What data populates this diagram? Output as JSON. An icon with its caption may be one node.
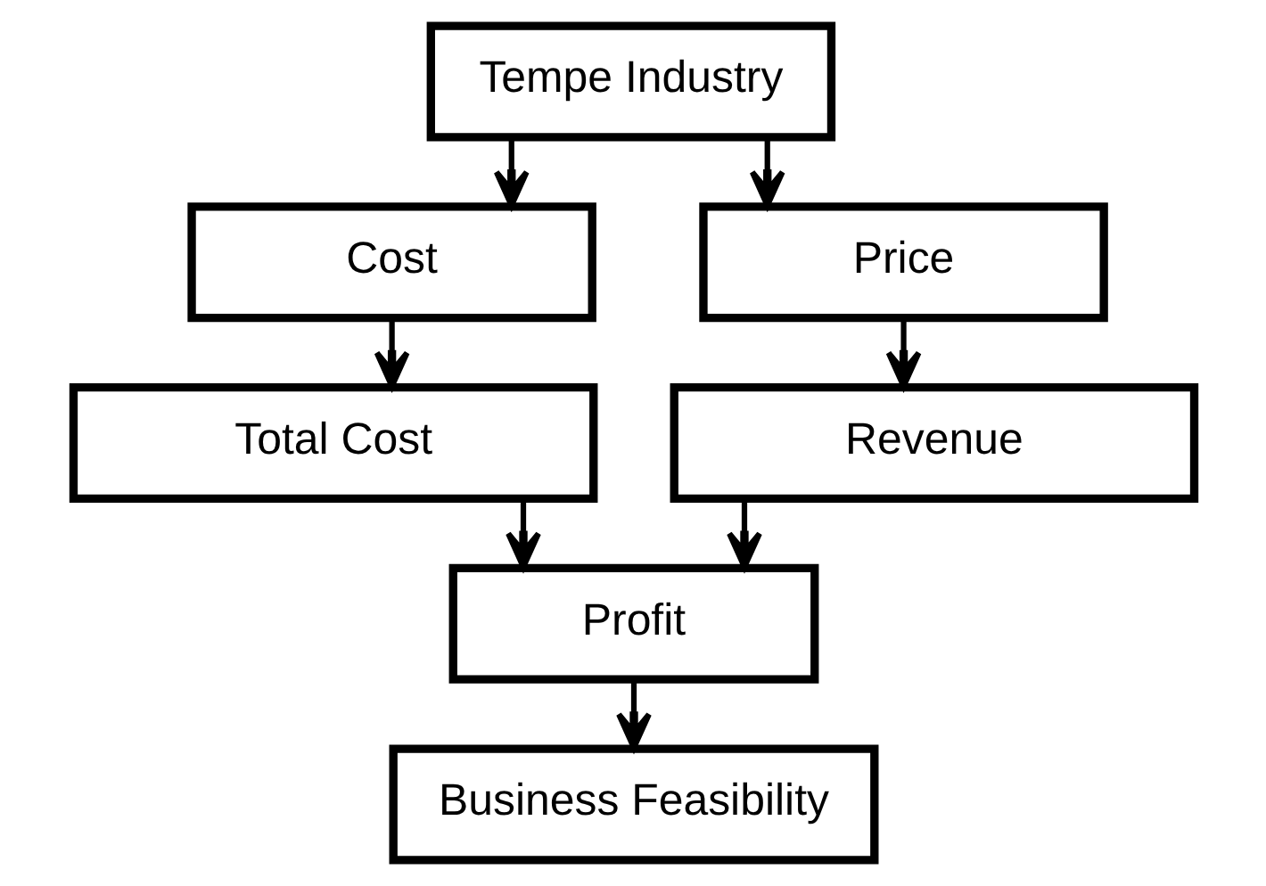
{
  "diagram": {
    "nodes": [
      {
        "text": [
          "Tempe Industry"
        ]
      },
      {
        "text": [
          "Cost"
        ]
      },
      {
        "text": [
          "Price"
        ]
      },
      {
        "text": [
          "Total Cost"
        ]
      },
      {
        "text": [
          "Revenue"
        ]
      },
      {
        "text": [
          "Profit"
        ]
      },
      {
        "text": [
          "Business Feasibility"
        ]
      }
    ],
    "edges": [
      {
        "from": 0,
        "to": 1,
        "arrow": "to"
      },
      {
        "from": 0,
        "to": 2,
        "arrow": "to"
      },
      {
        "from": 1,
        "to": 3,
        "arrow": "to"
      },
      {
        "from": 2,
        "to": 4,
        "arrow": "to"
      },
      {
        "from": 3,
        "to": 5,
        "arrow": "to"
      },
      {
        "from": 4,
        "to": 5,
        "arrow": "to"
      },
      {
        "from": 5,
        "to": 6,
        "arrow": "to"
      }
    ]
  }
}
